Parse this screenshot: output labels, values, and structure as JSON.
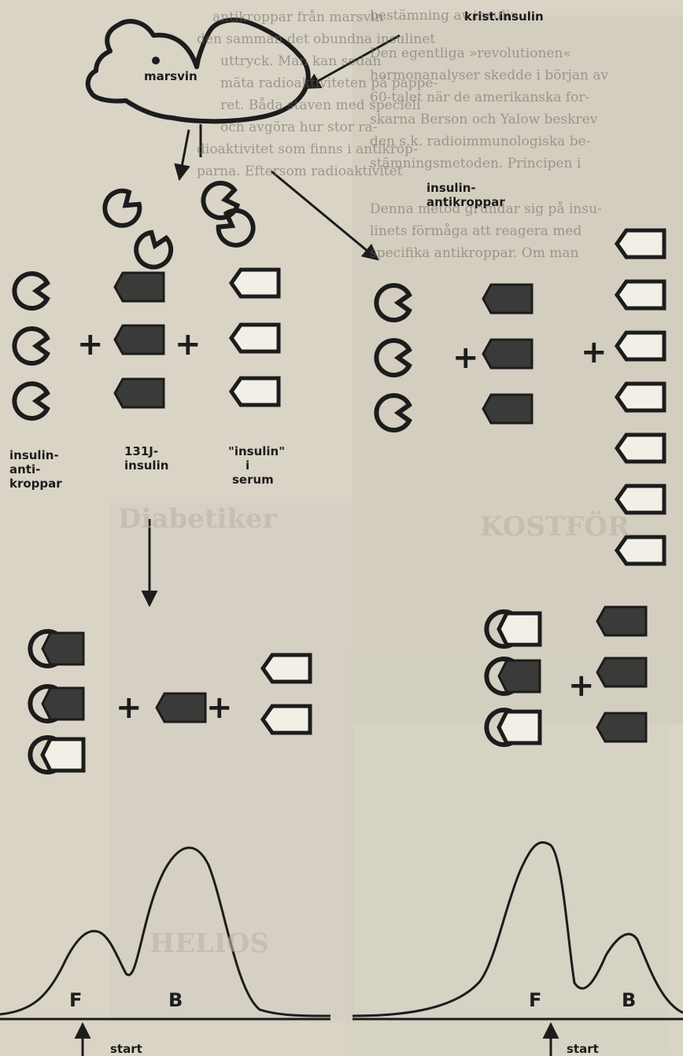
{
  "labels": {
    "krist_insulin": "krist.insulin",
    "marsvin": "marsvin",
    "insulin_antikroppar_1": "insulin-",
    "insulin_antikroppar_2": "antikroppar",
    "col1_1": "insulin-",
    "col1_2": "anti-",
    "col1_3": "kroppar",
    "col2_1": "131J-",
    "col2_2": "insulin",
    "col3_1": "\"insulin\"",
    "col3_2": "i",
    "col3_3": "serum",
    "peak_f_left": "F",
    "peak_b_left": "B",
    "peak_f_right": "F",
    "peak_b_right": "B",
    "start_left": "start",
    "start_right": "start",
    "plus": "+"
  },
  "background_text": {
    "top": "bestämning av insulin",
    "right_col": [
      "Den egentliga »revolutionen«",
      "hormonanalyser skedde i början av",
      "60-talet när de amerikanska for-",
      "skarna Berson och Yalow beskrev",
      "den s.k. radioimmunologiska be-",
      "stämningsmetoden. Principen i",
      "Denna metod grundar sig på insu-",
      "linets förmåga att reagera med",
      "specifika antikroppar. Om man"
    ],
    "mid_col": [
      "antikroppar från marsvin",
      "den samman det obundna insulinet",
      "uttryck. Man kan sedan",
      "mäta radioaktiviteten på pappe-",
      "ret. Båda staven med specieli",
      "och avgöra hur stor ra-",
      "dioaktivitet som finns i antikrop-",
      "parna. Eftersom radioaktivitet"
    ],
    "ad_1": "Diabetiker",
    "ad_2": "HELIOS",
    "ad_3": "KOSTFÖR"
  }
}
